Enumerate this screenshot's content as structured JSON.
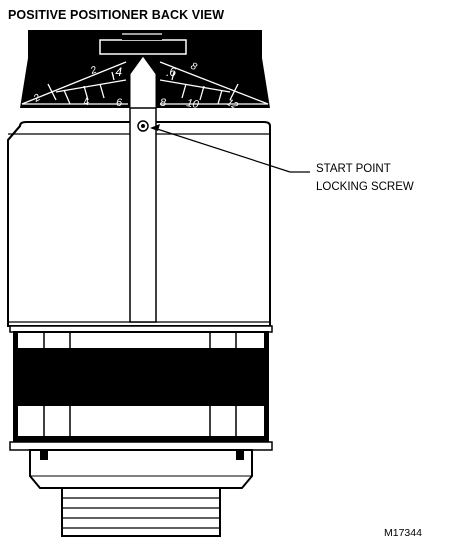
{
  "title": "POSITIVE POSITIONER BACK VIEW",
  "callout": {
    "line1": "START POINT",
    "line2": "LOCKING SCREW"
  },
  "figure_code": "M17344",
  "dial": {
    "upper_left": [
      "2",
      "4"
    ],
    "lower_left": [
      "2",
      "4",
      "6"
    ],
    "upper_right": [
      "6",
      "8"
    ],
    "lower_right": [
      "8",
      "10",
      "12"
    ]
  }
}
